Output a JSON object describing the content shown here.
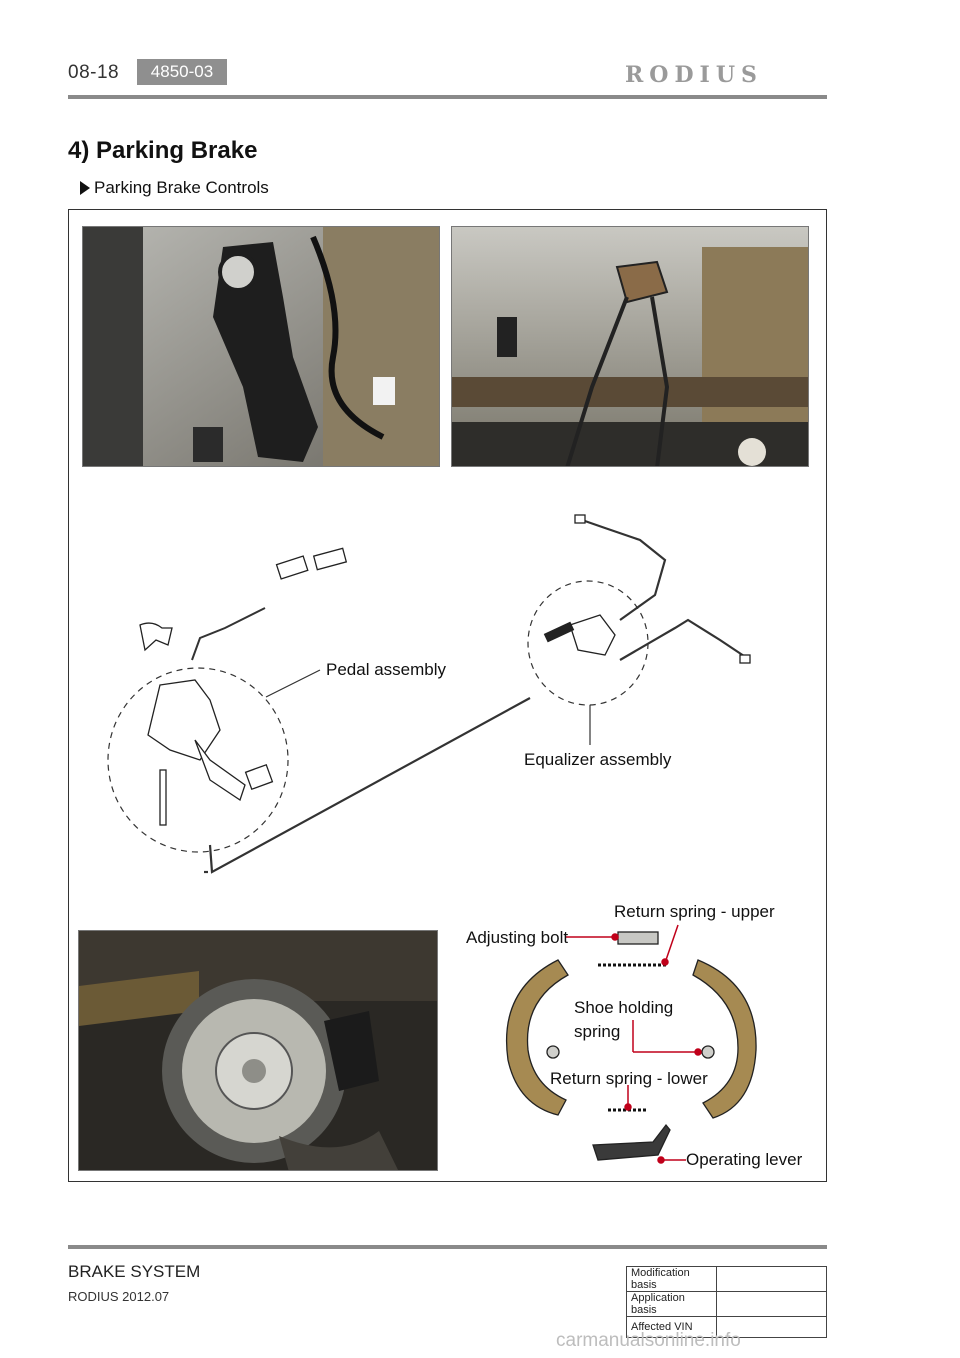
{
  "header": {
    "page_number": "08-18",
    "section_code": "4850-03",
    "brand": "RODIUS"
  },
  "title": "4) Parking Brake",
  "subtitle": "Parking Brake Controls",
  "callouts": {
    "pedal_assembly": "Pedal assembly",
    "equalizer_assembly": "Equalizer assembly",
    "return_spring_upper": "Return spring - upper",
    "adjusting_bolt": "Adjusting bolt",
    "shoe_holding_spring_line1": "Shoe holding",
    "shoe_holding_spring_line2": "spring",
    "return_spring_lower": "Return spring - lower",
    "operating_lever": "Operating lever"
  },
  "footer": {
    "title": "BRAKE SYSTEM",
    "subtitle": "RODIUS 2012.07",
    "table": [
      {
        "label": "Modification basis",
        "value": ""
      },
      {
        "label": "Application basis",
        "value": ""
      },
      {
        "label": "Affected VIN",
        "value": ""
      }
    ],
    "watermark": "carmanualsonline.info"
  },
  "colors": {
    "section_code_bg": "#8f8f8f",
    "rule": "#8a8a8a",
    "callout_line": "#c0001a"
  }
}
